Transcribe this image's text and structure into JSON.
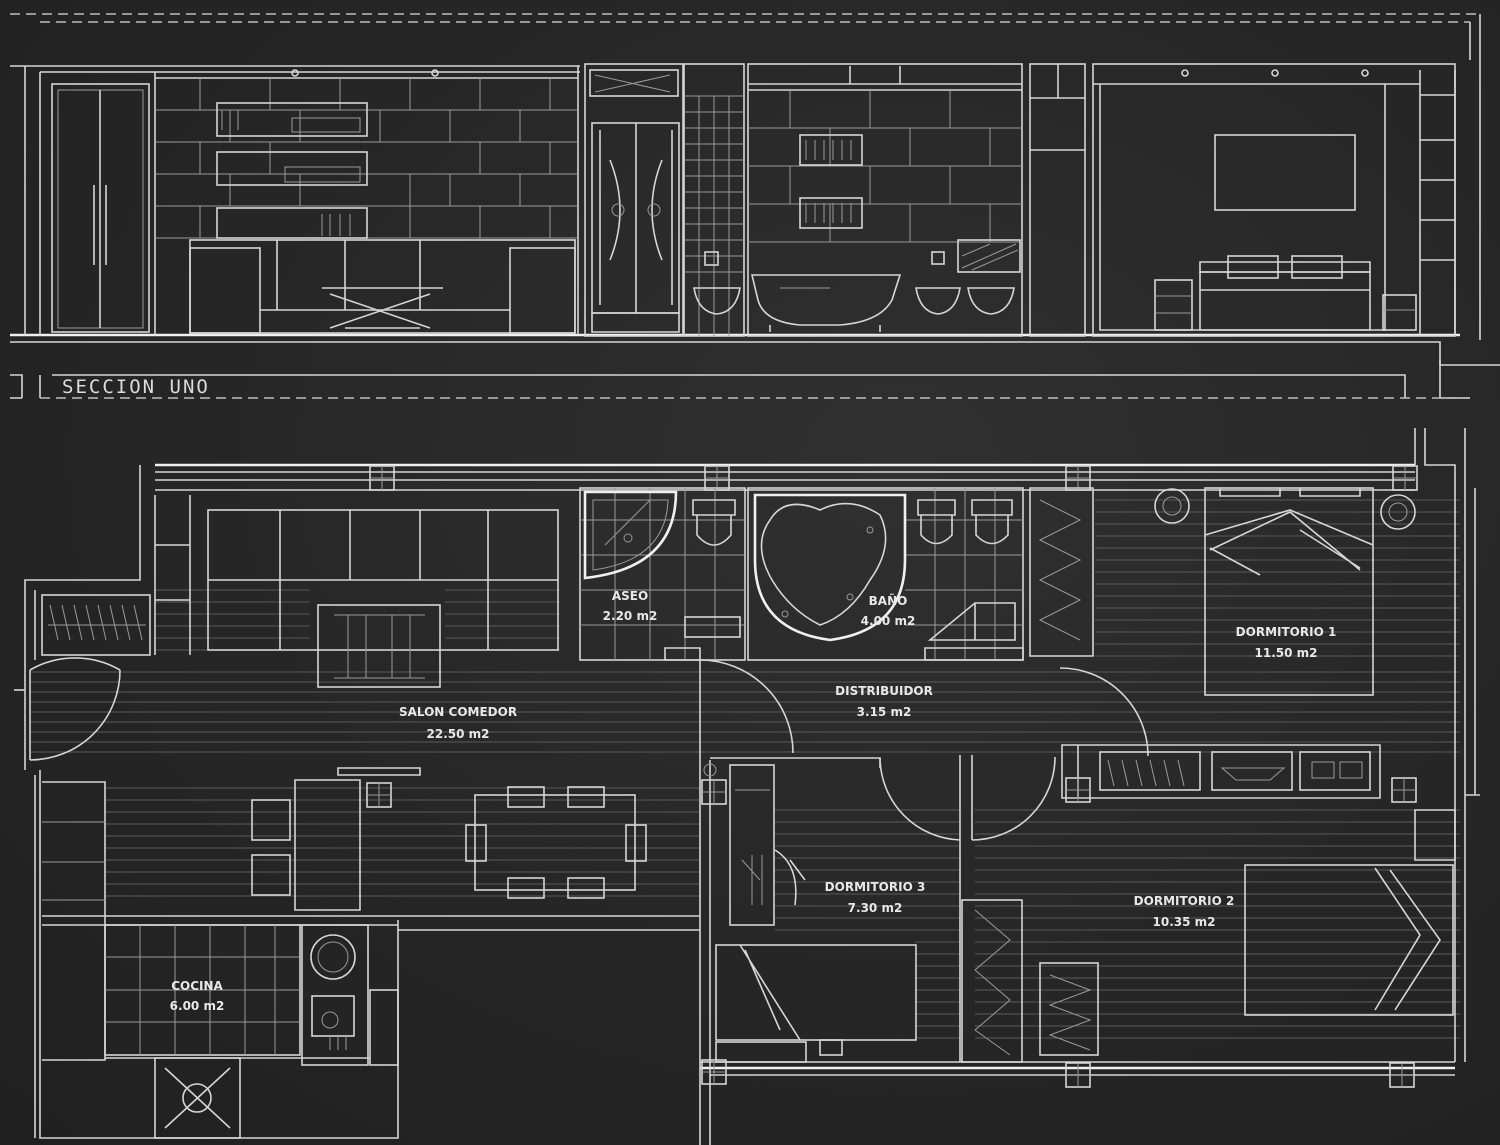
{
  "section": {
    "title": "SECCION UNO"
  },
  "rooms": [
    {
      "id": "salon",
      "name": "SALON COMEDOR",
      "area": "22.50 m2",
      "colors": {
        "text": "#e8e8e8"
      }
    },
    {
      "id": "aseo",
      "name": "ASEO",
      "area": "2.20 m2"
    },
    {
      "id": "bano",
      "name": "BAÑO",
      "area": "4.00 m2"
    },
    {
      "id": "distrib",
      "name": "DISTRIBUIDOR",
      "area": "3.15 m2"
    },
    {
      "id": "dorm1",
      "name": "DORMITORIO 1",
      "area": "11.50 m2"
    },
    {
      "id": "dorm2",
      "name": "DORMITORIO 2",
      "area": "10.35 m2"
    },
    {
      "id": "dorm3",
      "name": "DORMITORIO 3",
      "area": "7.30 m2"
    },
    {
      "id": "cocina",
      "name": "COCINA",
      "area": "6.00 m2"
    }
  ],
  "colors": {
    "background": "#262626",
    "lines": "#d6d6d6",
    "floor_hatch": "#5a5a5a"
  }
}
